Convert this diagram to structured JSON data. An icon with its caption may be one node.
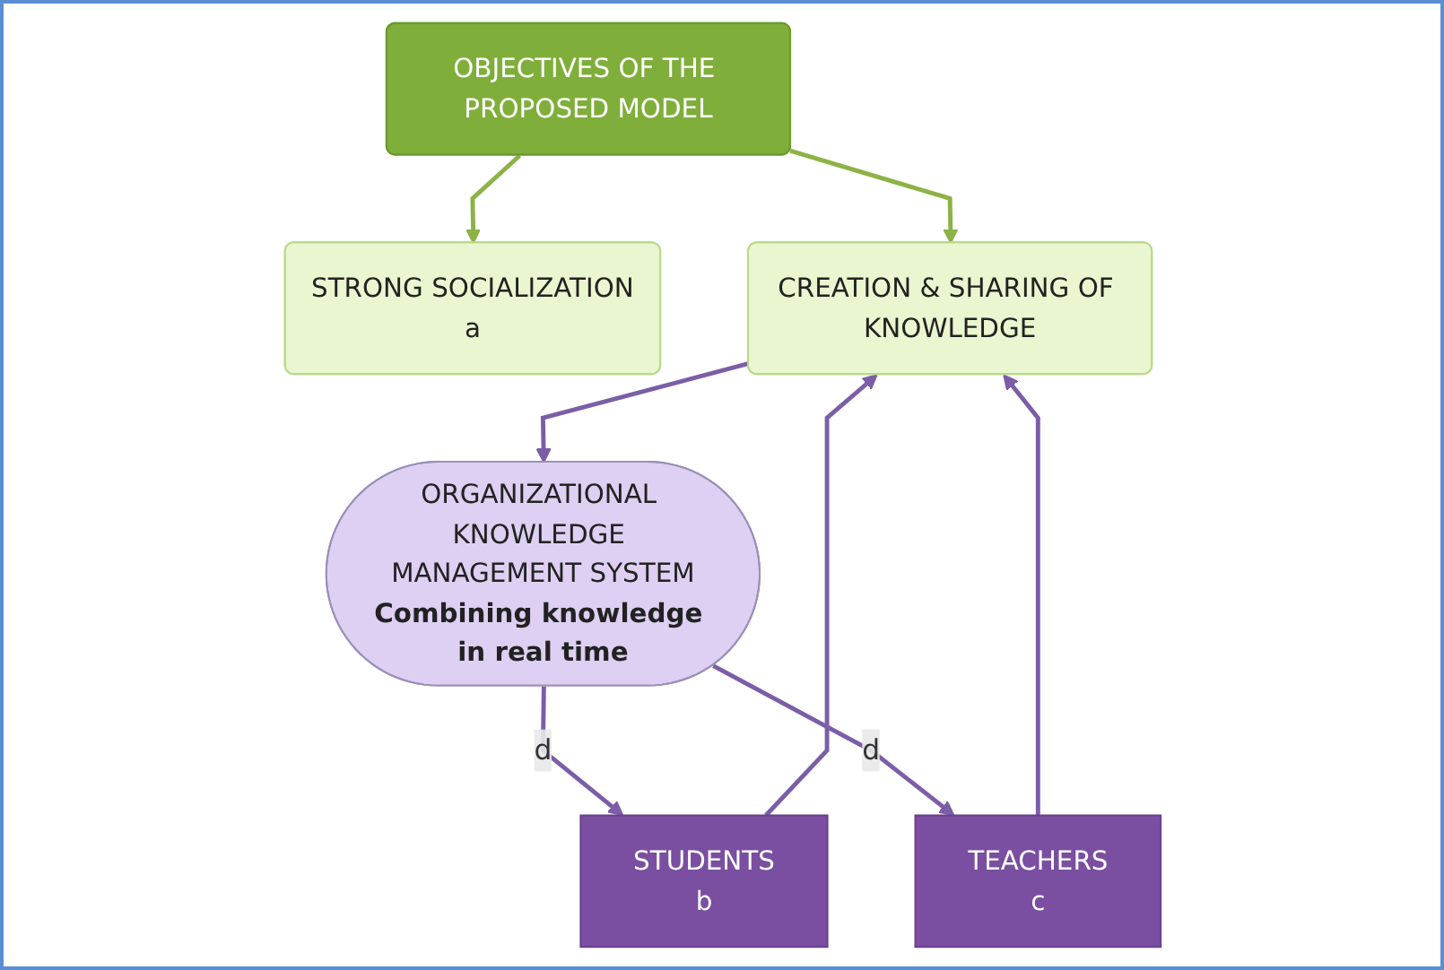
{
  "diagram": {
    "nodes": [
      {
        "text": [
          "OBJECTIVES OF THE PROPOSED MODEL"
        ]
      },
      {
        "text": [
          "STRONG SOCIALIZATION",
          "a"
        ]
      },
      {
        "text": [
          "STUDENTS",
          "b"
        ]
      },
      {
        "text": [
          "CREATION & SHARING OF KNOWLEDGE"
        ]
      },
      {
        "text": [
          "TEACHERS",
          "c"
        ]
      },
      {
        "text": [
          "ORGANIZATIONAL KNOWLEDGE MANAGEMENT SYSTEM",
          "Combining knowledge in real time"
        ]
      }
    ],
    "edges": [
      {
        "from": 0,
        "to": 1,
        "arrow": "to",
        "color": "#8db246"
      },
      {
        "from": 0,
        "to": 3,
        "arrow": "to",
        "color": "#8db246"
      },
      {
        "from": 2,
        "to": 3,
        "arrow": "to"
      },
      {
        "from": 4,
        "to": 3,
        "arrow": "to"
      },
      {
        "from": 3,
        "to": 5,
        "arrow": "to"
      },
      {
        "from": 5,
        "to": 2,
        "arrow": "to",
        "label": "d"
      },
      {
        "from": 5,
        "to": 4,
        "arrow": "to",
        "label": "d"
      }
    ]
  }
}
